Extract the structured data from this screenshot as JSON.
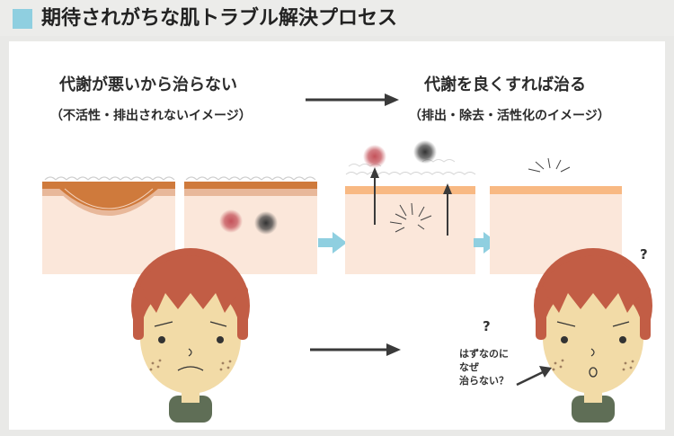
{
  "title": "期待されがちな肌トラブル解決プロセス",
  "left_heading": "代謝が悪いから治らない",
  "left_subheading": "（不活性・排出されないイメージ）",
  "right_heading": "代謝を良くすれば治る",
  "right_subheading": "（排出・除去・活性化のイメージ）",
  "speech_bubble": [
    "はずなのに",
    "なぜ",
    "治らない？"
  ],
  "question_mark": "?",
  "colors": {
    "accent": "#8fcfe0",
    "skin_dark": "#cf7a3c",
    "skin_mid": "#eec2a6",
    "skin_light": "#fbe7da",
    "hair": "#c25d45",
    "face": "#f2dba7",
    "shirt": "#5f6e56",
    "spot_red": "#c4525a",
    "spot_dark": "#3d3d3d",
    "arrow_blue": "#8fcfe0"
  },
  "icons": [
    "right-arrow-icon",
    "up-arrow-icon",
    "sparkle-icon"
  ]
}
